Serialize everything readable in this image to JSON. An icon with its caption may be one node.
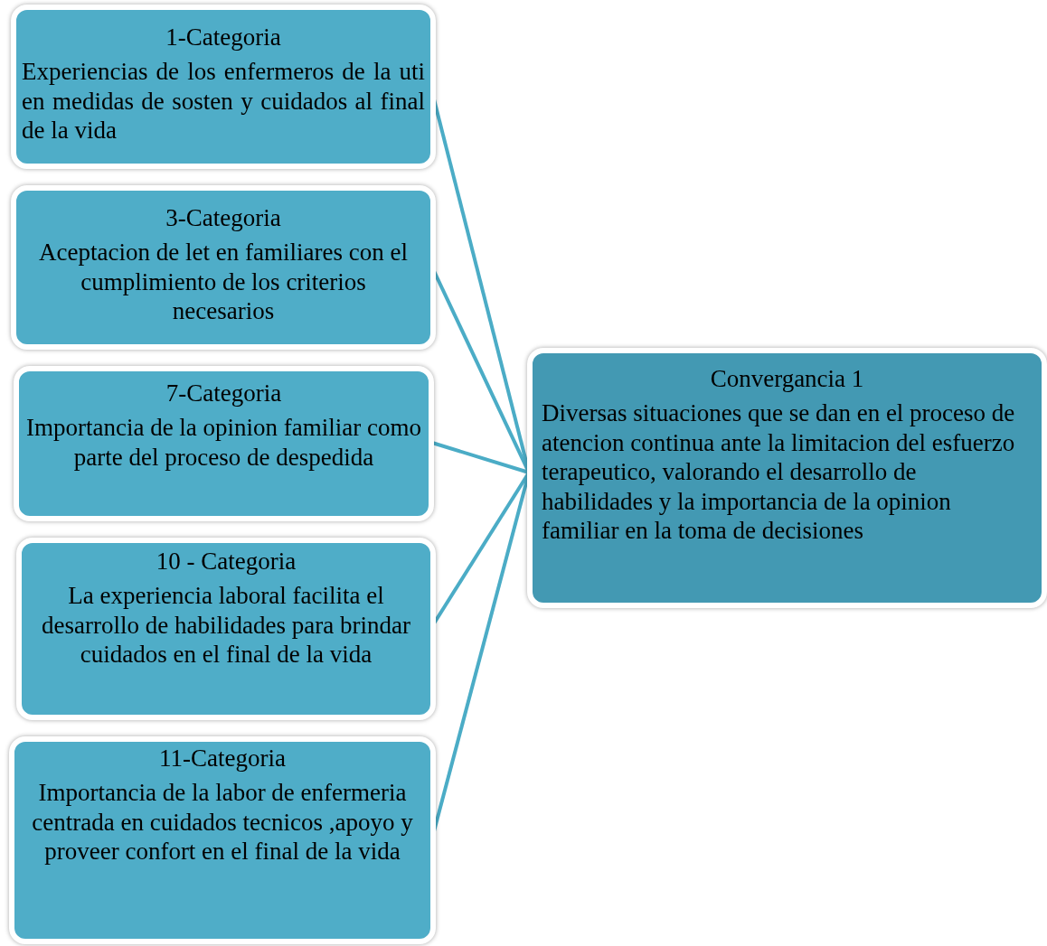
{
  "diagram": {
    "nodes": [
      {
        "text": [
          "1-Categoria",
          "Experiencias de los enfermeros de la uti en medidas de sosten y cuidados al final de la vida"
        ]
      },
      {
        "text": [
          "3-Categoria",
          "Aceptacion de let en familiares con el cumplimiento de los criterios necesarios"
        ]
      },
      {
        "text": [
          "7-Categoria",
          "Importancia de la opinion familiar como parte del proceso de despedida"
        ]
      },
      {
        "text": [
          "10 - Categoria",
          "La experiencia laboral facilita el desarrollo de habilidades para brindar  cuidados en el final de la vida"
        ]
      },
      {
        "text": [
          "11-Categoria",
          "Importancia de la labor de enfermeria centrada en cuidados tecnicos ,apoyo y proveer confort en el final de la vida"
        ]
      },
      {
        "text": [
          "Convergancia 1",
          "Diversas situaciones que se dan en el proceso de atencion continua  ante la limitacion del esfuerzo terapeutico, valorando el desarrollo de habilidades y la importancia de la opinion familiar en la toma de decisiones"
        ]
      }
    ],
    "edges": [
      {
        "from": 0,
        "to": 5,
        "arrow": "none"
      },
      {
        "from": 1,
        "to": 5,
        "arrow": "none"
      },
      {
        "from": 2,
        "to": 5,
        "arrow": "none"
      },
      {
        "from": 3,
        "to": 5,
        "arrow": "none"
      },
      {
        "from": 4,
        "to": 5,
        "arrow": "none"
      }
    ]
  }
}
